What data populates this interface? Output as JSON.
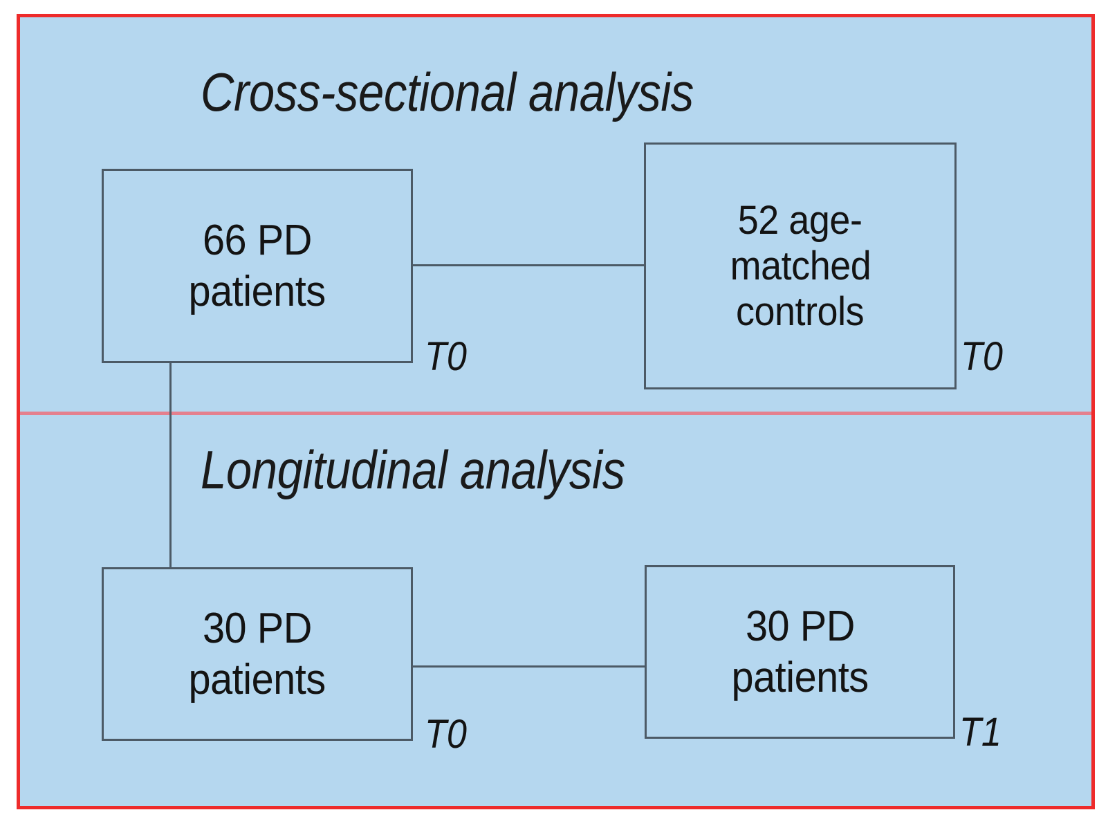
{
  "figure": {
    "frame_color": "#ee2b2b",
    "panel_background": "#b5d7ef",
    "divider_color": "#e4808e",
    "box_border_color": "#4c5a66",
    "text_color": "#131313"
  },
  "sections": [
    {
      "id": "cross-sectional",
      "title": "Cross-sectional analysis"
    },
    {
      "id": "longitudinal",
      "title": "Longitudinal analysis"
    }
  ],
  "nodes": {
    "pd66": {
      "line1": "66 PD",
      "line2": "patients",
      "timepoint": "T0"
    },
    "controls52": {
      "line1": "52 age-",
      "line2": "matched",
      "line3": "controls",
      "timepoint": "T0"
    },
    "pd30_t0": {
      "line1": "30 PD",
      "line2": "patients",
      "timepoint": "T0"
    },
    "pd30_t1": {
      "line1": "30 PD",
      "line2": "patients",
      "timepoint": "T1"
    }
  },
  "chart_data": {
    "type": "diagram",
    "title": "Study design flow diagram",
    "groups": [
      {
        "section": "Cross-sectional analysis",
        "nodes": [
          {
            "label": "66 PD patients",
            "count": 66,
            "cohort": "PD patients",
            "timepoint": "T0"
          },
          {
            "label": "52 age-matched controls",
            "count": 52,
            "cohort": "age-matched controls",
            "timepoint": "T0"
          }
        ],
        "edges": [
          {
            "from": "66 PD patients",
            "to": "52 age-matched controls",
            "style": "horizontal-line"
          }
        ]
      },
      {
        "section": "Longitudinal analysis",
        "nodes": [
          {
            "label": "30 PD patients",
            "count": 30,
            "cohort": "PD patients",
            "timepoint": "T0"
          },
          {
            "label": "30 PD patients",
            "count": 30,
            "cohort": "PD patients",
            "timepoint": "T1"
          }
        ],
        "edges": [
          {
            "from": "30 PD patients (T0)",
            "to": "30 PD patients (T1)",
            "style": "horizontal-line"
          }
        ]
      }
    ],
    "cross_section_edges": [
      {
        "from": "66 PD patients (T0)",
        "to": "30 PD patients (T0)",
        "style": "vertical-line"
      }
    ]
  }
}
